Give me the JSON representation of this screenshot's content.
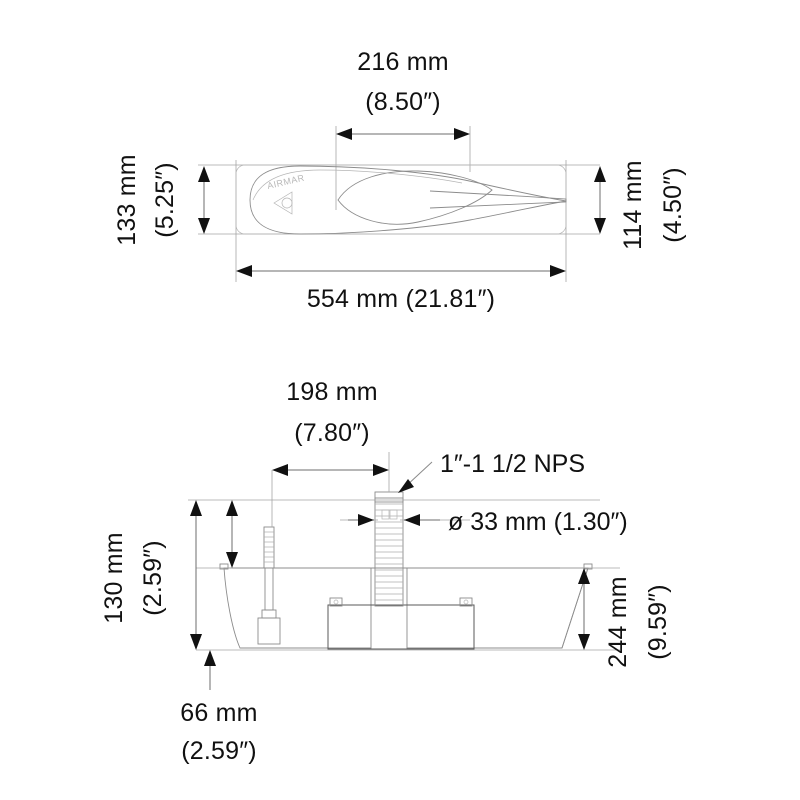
{
  "document": {
    "title": "Airmar Transducer Dimensional Drawing",
    "type": "technical-drawing",
    "background_color": "#ffffff",
    "line_color": "#9a9a9a",
    "text_color": "#111111"
  },
  "top_view": {
    "name": "fairing-top-view",
    "brand_label": "AIRMAR",
    "dimensions": {
      "width_callout": {
        "metric": "216 mm",
        "imperial": "(8.50″)",
        "placement": "top-center"
      },
      "height_left": {
        "metric": "133 mm",
        "imperial": "(5.25″)",
        "placement": "left-vertical"
      },
      "height_right": {
        "metric": "114 mm",
        "imperial": "(4.50″)",
        "placement": "right-vertical"
      },
      "overall_length": {
        "combined": "554 mm (21.81″)",
        "placement": "bottom-center"
      }
    }
  },
  "section_view": {
    "name": "hull-cross-section-view",
    "dimensions": {
      "stem_offset": {
        "metric": "198 mm",
        "imperial": "(7.80″)",
        "placement": "top-center"
      },
      "thread_note": {
        "label": "1″-1 1/2 NPS",
        "placement": "upper-right-leader"
      },
      "bore_diameter": {
        "label": "ø 33 mm (1.30″)",
        "placement": "right-leader"
      },
      "height_left": {
        "metric": "130 mm",
        "imperial": "(2.59″)",
        "placement": "left-vertical"
      },
      "height_right": {
        "metric": "244 mm",
        "imperial": "(9.59″)",
        "placement": "right-vertical"
      },
      "height_bottom_left": {
        "metric": "66 mm",
        "imperial": "(2.59″)",
        "placement": "bottom-left"
      }
    }
  },
  "labels": {
    "top_width_metric": "216 mm",
    "top_width_imperial": "(8.50″)",
    "top_left_metric": "133 mm",
    "top_left_imperial": "(5.25″)",
    "top_right_metric": "114 mm",
    "top_right_imperial": "(4.50″)",
    "top_length_combined": "554 mm (21.81″)",
    "brand": "AIRMAR",
    "sec_width_metric": "198 mm",
    "sec_width_imperial": "(7.80″)",
    "sec_thread_note": "1″-1 1/2 NPS",
    "sec_bore_note": "ø 33 mm (1.30″)",
    "sec_left_metric": "130 mm",
    "sec_left_imperial": "(2.59″)",
    "sec_right_metric": "244 mm",
    "sec_right_imperial": "(9.59″)",
    "sec_bottom_metric": "66 mm",
    "sec_bottom_imperial": "(2.59″)"
  }
}
